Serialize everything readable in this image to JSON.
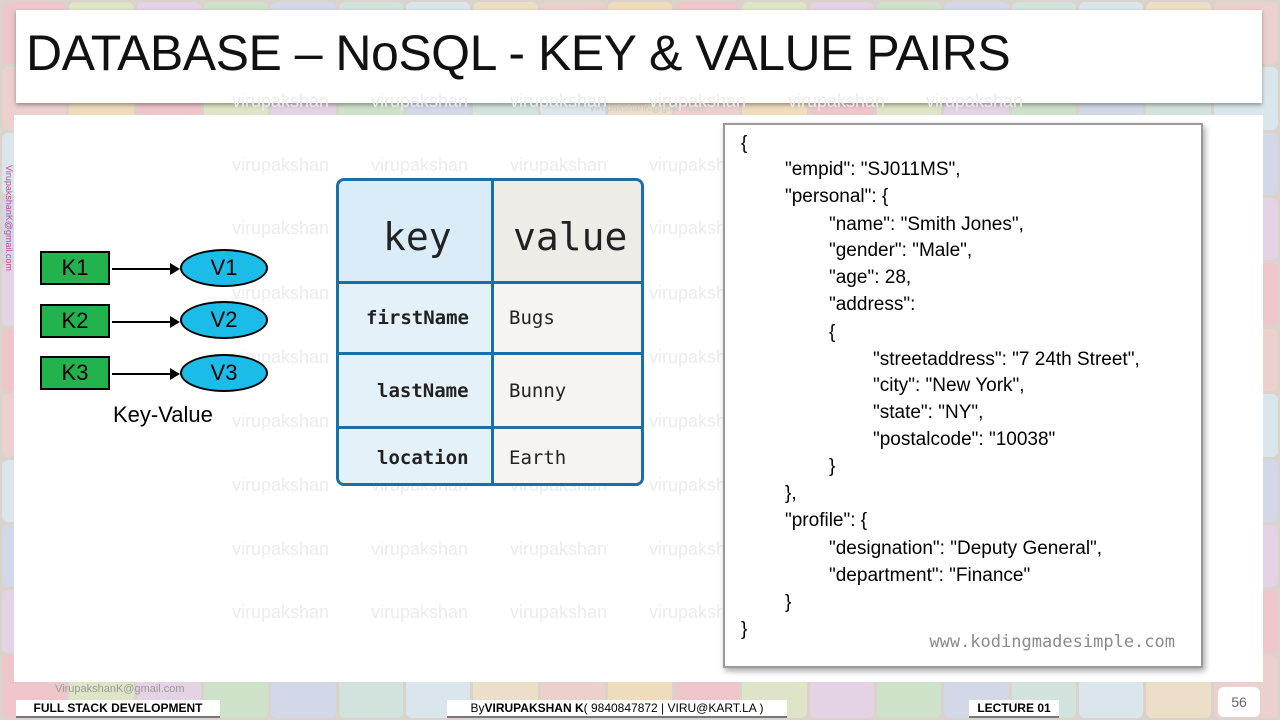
{
  "slide": {
    "title": "DATABASE – NoSQL  - KEY & VALUE PAIRS",
    "page_number": "56"
  },
  "watermark": {
    "word": "virupakshan",
    "email": "VirupakshanK@gmail.com"
  },
  "kv_diagram": {
    "keys": [
      "K1",
      "K2",
      "K3"
    ],
    "values": [
      "V1",
      "V2",
      "V3"
    ],
    "caption": "Key-Value"
  },
  "kv_table": {
    "headers": {
      "key": "key",
      "value": "value"
    },
    "rows": [
      {
        "key": "firstName",
        "value": "Bugs"
      },
      {
        "key": "lastName",
        "value": "Bunny"
      },
      {
        "key": "location",
        "value": "Earth"
      }
    ]
  },
  "json_example": {
    "lines": [
      "{",
      "\"empid\": \"SJ011MS\",",
      "\"personal\": {",
      "\"name\": \"Smith Jones\",",
      "\"gender\": \"Male\",",
      "\"age\": 28,",
      "\"address\":",
      "{",
      "\"streetaddress\": \"7 24th Street\",",
      "\"city\": \"New York\",",
      "\"state\": \"NY\",",
      "\"postalcode\": \"10038\"",
      "}",
      "},",
      "\"profile\": {",
      "\"designation\": \"Deputy General\",",
      "\"department\": \"Finance\"",
      "}",
      "}"
    ],
    "credit": "www.kodingmadesimple.com"
  },
  "footer": {
    "course": "FULL STACK DEVELOPMENT",
    "author_prefix": "By ",
    "author_name": "VIRUPAKSHAN K",
    "author_contact": " ( 9840847872 | VIRU@KART.LA )",
    "lecture": "LECTURE 01",
    "email": "VirupakshanK@gmail.com"
  },
  "colors": {
    "key_box": "#22b34f",
    "value_ellipse": "#1bbce8",
    "table_border": "#1b6ea6"
  }
}
